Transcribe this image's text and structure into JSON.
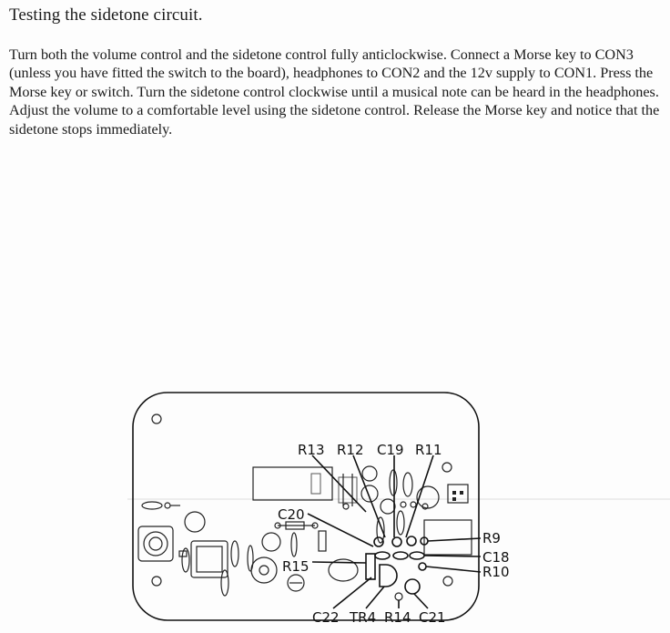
{
  "heading": "Testing the sidetone circuit.",
  "paragraph": "Turn both the volume control and the sidetone control fully anticlockwise. Connect a Morse key to CON3 (unless you have fitted the switch to the board), headphones to CON2 and the 12v supply to CON1. Press the Morse key or switch. Turn the sidetone control clockwise until a musical note can be heard in the headphones. Adjust the volume to a comfortable level using the sidetone control. Release the Morse key and notice that the sidetone stops immediately.",
  "diagram": {
    "labels": {
      "r13": "R13",
      "r12": "R12",
      "c19": "C19",
      "r11": "R11",
      "c20": "C20",
      "r15": "R15",
      "r9": "R9",
      "c18": "C18",
      "r10": "R10",
      "c22": "C22",
      "tr4": "TR4",
      "r14": "R14",
      "c21": "C21"
    }
  }
}
